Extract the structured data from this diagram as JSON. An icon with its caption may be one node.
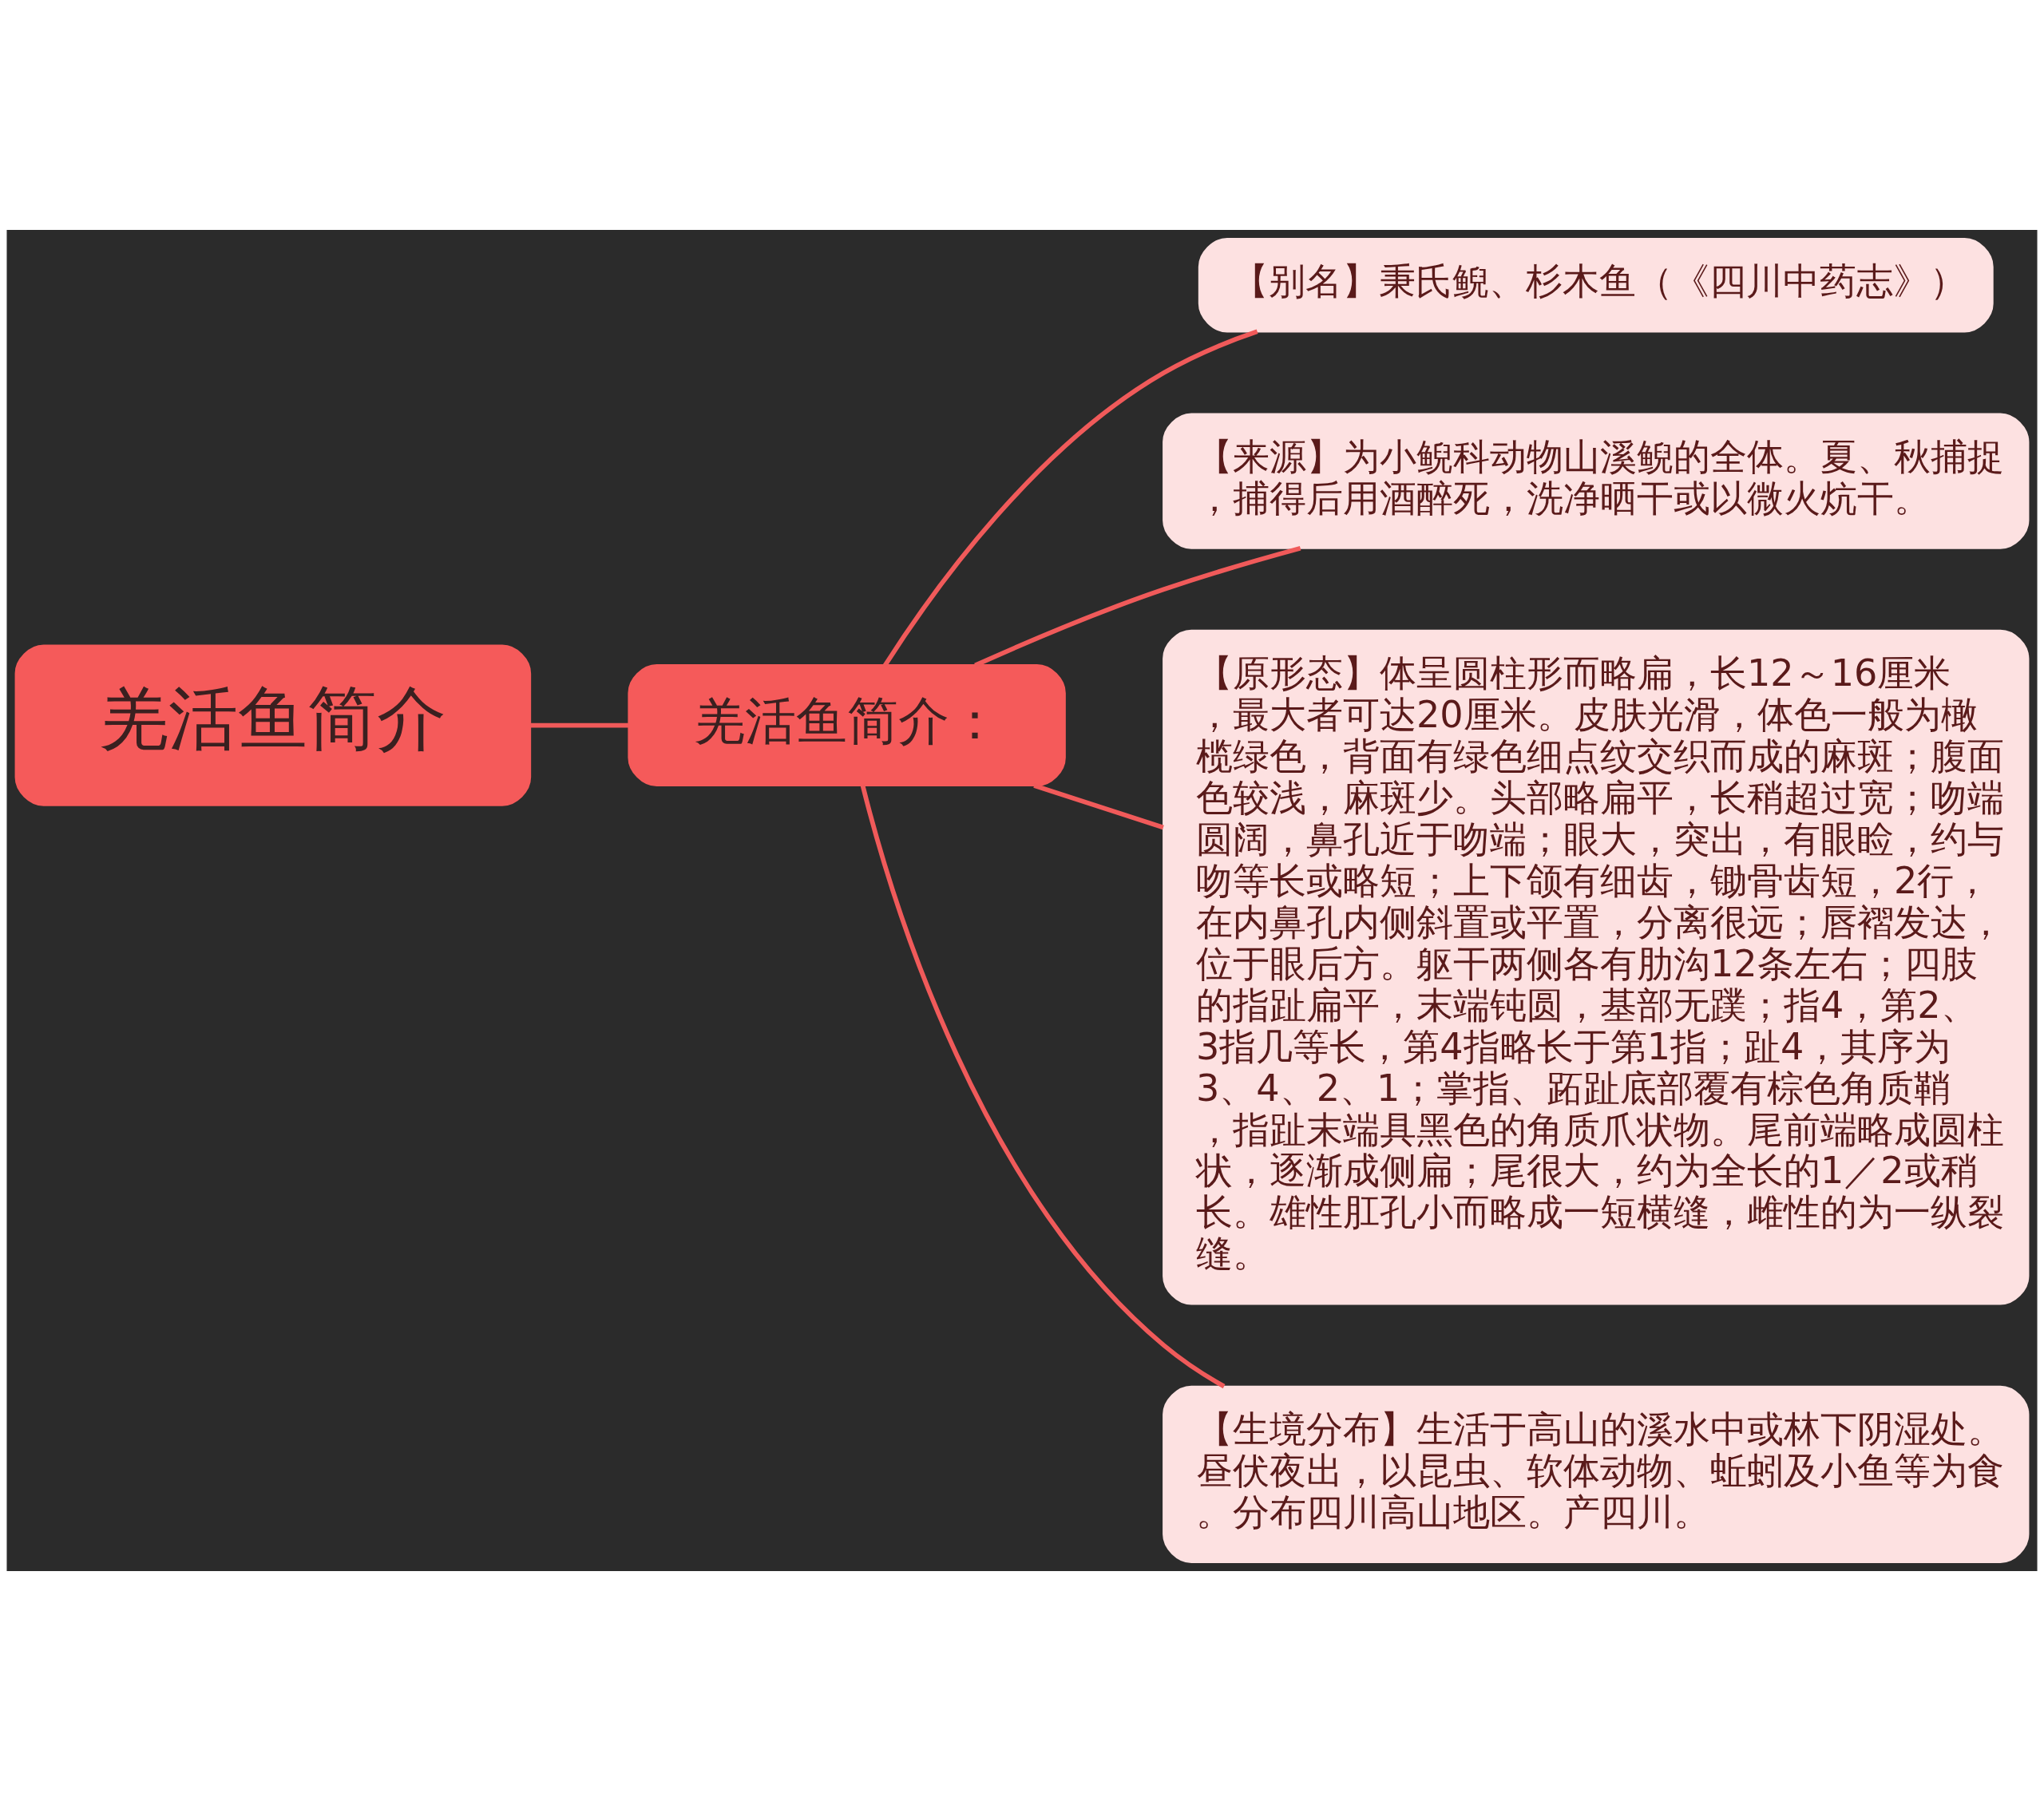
{
  "diagram": {
    "nodes": [
      {
        "text": [
          "羌活鱼简介"
        ]
      },
      {
        "text": [
          "羌活鱼简介："
        ]
      },
      {
        "text": [
          "【别名】秉氏鲵、杉木鱼（《四川中药志》）"
        ]
      },
      {
        "text": [
          "【来源】为小鲵科动物山溪鲵的全体。夏、秋捕捉，捕得后用酒醉死，洗净晒干或以微火炕干。"
        ]
      },
      {
        "text": [
          "【原形态】体呈圆柱形而略扁，长12～16厘米，最大者可达20厘米。皮肤光滑，体色一般为橄榄绿色，背面有绿色细点纹交织而成的麻斑；腹面色较浅，麻斑少。头部略扁平，长稍超过宽；吻端圆阔，鼻孔近于吻端；眼大，突出，有眼睑，约与吻等长或略短；上下颌有细齿，锄骨齿短，2行，在内鼻孔内侧斜置或平置，分离很远；唇褶发达，位于眼后方。躯干两侧各有肋沟12条左右；四肢的指趾扁平，末端钝圆，基部无蹼；指4，第2、3指几等长，第4指略长于第1指；趾4，其序为3、4、2、1；掌指、跖趾底部覆有棕色角质鞘，指趾末端具黑色的角质爪状物。尾前端略成圆柱状，逐渐成侧扁；尾很大，约为全长的1／2或稍长。雄性肛孔小而略成一短横缝，雌性的为一纵裂缝。"
        ]
      },
      {
        "text": [
          "【生境分布】生活于高山的溪水中或林下阴湿处。昼伏夜出，以昆虫、软体动物、蚯蚓及小鱼等为食。分布四川高山地区。产四川。"
        ]
      }
    ],
    "edges": [
      {
        "from": 0,
        "to": 1,
        "arrow": "none"
      },
      {
        "from": 1,
        "to": 2,
        "arrow": "none"
      },
      {
        "from": 1,
        "to": 3,
        "arrow": "none"
      },
      {
        "from": 1,
        "to": 4,
        "arrow": "none"
      },
      {
        "from": 1,
        "to": 5,
        "arrow": "none"
      }
    ]
  }
}
